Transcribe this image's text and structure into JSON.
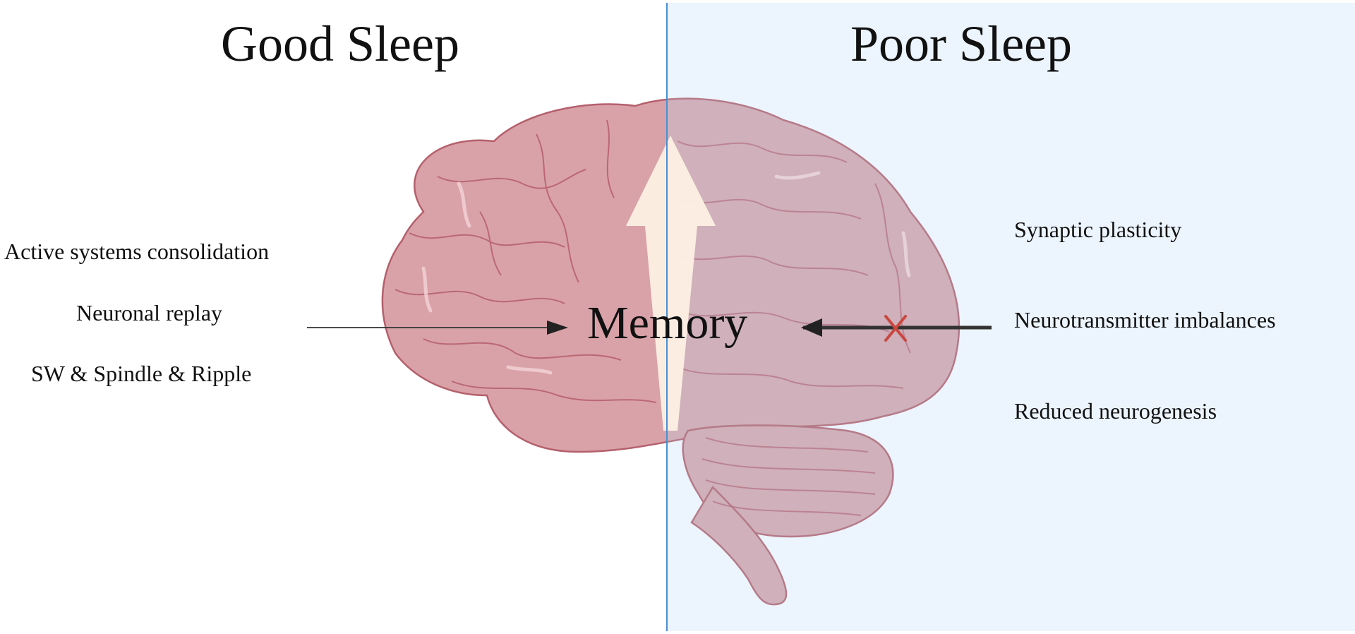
{
  "left_panel": {
    "title": "Good Sleep",
    "mechanisms": [
      "Active systems consolidation",
      "Neuronal replay",
      "SW & Spindle & Ripple"
    ]
  },
  "right_panel": {
    "title": "Poor Sleep",
    "mechanisms": [
      "Synaptic plasticity",
      "Neurotransmitter imbalances",
      "Reduced neurogenesis"
    ]
  },
  "center": {
    "label": "Memory",
    "icons": [
      "brain-illustration",
      "up-arrow-icon",
      "blocked-cross-icon"
    ]
  },
  "colors": {
    "left_background": "#ffffff",
    "right_background": "#ecf4fd",
    "divider": "#4a8fd0",
    "brain_good": "#d9a2a8",
    "brain_poor": "#cfb0bb",
    "arrow_up": "#fdf0e3",
    "cross": "#c9473f"
  }
}
